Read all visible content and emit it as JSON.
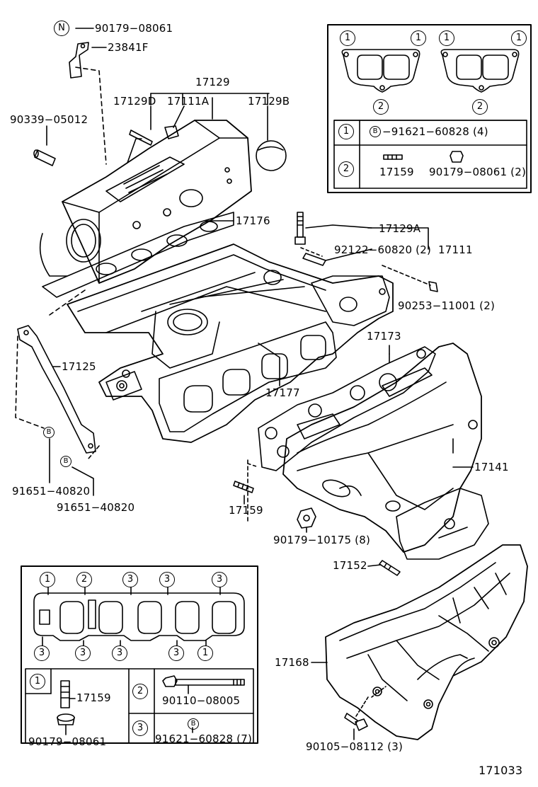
{
  "labels": {
    "n_marker": "N",
    "p90179_08061_top": "90179−08061",
    "p23841F": "23841F",
    "p17129": "17129",
    "p17129D": "17129D",
    "p17111A": "17111A",
    "p17129B": "17129B",
    "p90339_05012": "90339−05012",
    "p17176": "17176",
    "p17129A": "17129A",
    "p92122": "92122−60820 (2)",
    "p17111": "17111",
    "p90253": "90253−11001 (2)",
    "p17125": "17125",
    "p17173": "17173",
    "p17177": "17177",
    "p17141": "17141",
    "p17159_mid": "17159",
    "p91651_a": "91651−40820",
    "p91651_b": "91651−40820",
    "p90179_10175": "90179−10175 (8)",
    "p17152": "17152",
    "p17168": "17168",
    "p90105": "90105−08112 (3)",
    "diagram_id": "171033"
  },
  "tr_box": {
    "c1": "1",
    "c2": "2",
    "row1_num": "1",
    "row1_b": "B",
    "row1_text": "−91621−60828 (4)",
    "row2_num": "2",
    "row2_part_a": "17159",
    "row2_part_b": "90179−08061 (2)"
  },
  "bl_box": {
    "top_marks": [
      "1",
      "2",
      "3",
      "3",
      "3"
    ],
    "bottom_marks": [
      "3",
      "3",
      "3",
      "3",
      "1"
    ],
    "r1_num": "1",
    "r1_part_a": "17159",
    "r1_part_b": "90179−08061",
    "r2_num": "2",
    "r2_part": "90110−08005",
    "r3_num": "3",
    "r3_b": "B",
    "r3_part": "91621−60828 (7)"
  },
  "markers": {
    "b": "B"
  }
}
